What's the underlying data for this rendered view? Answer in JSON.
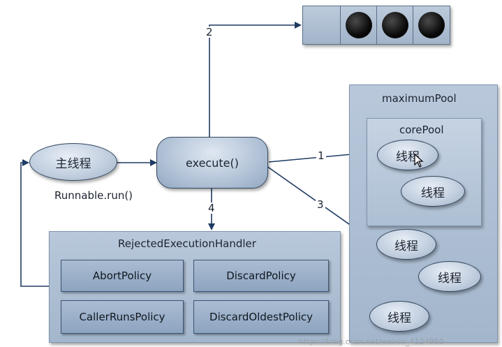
{
  "caller": {
    "thread_label": "主线程",
    "run_label": "Runnable.run()"
  },
  "execute": {
    "label": "execute()"
  },
  "steps": {
    "one": "1",
    "two": "2",
    "three": "3",
    "four": "4"
  },
  "queue": {
    "slots": [
      {
        "filled": false
      },
      {
        "filled": true
      },
      {
        "filled": true
      },
      {
        "filled": true
      }
    ]
  },
  "maximum_pool": {
    "title": "maximumPool",
    "core_pool": {
      "title": "corePool",
      "threads": [
        "线程",
        "线程"
      ]
    },
    "extra_threads": [
      "线程",
      "线程",
      "线程"
    ]
  },
  "handler": {
    "title": "RejectedExecutionHandler",
    "policies": [
      "AbortPolicy",
      "DiscardPolicy",
      "CallerRunsPolicy",
      "DiscardOldestPolicy"
    ]
  },
  "watermark": "https://blog.csdn.net/weixin_4124950",
  "colors": {
    "arrow": "#1f3b63",
    "box_fill": "#a9bacd",
    "oval_border": "#34475f",
    "queue_item": "#000000"
  }
}
